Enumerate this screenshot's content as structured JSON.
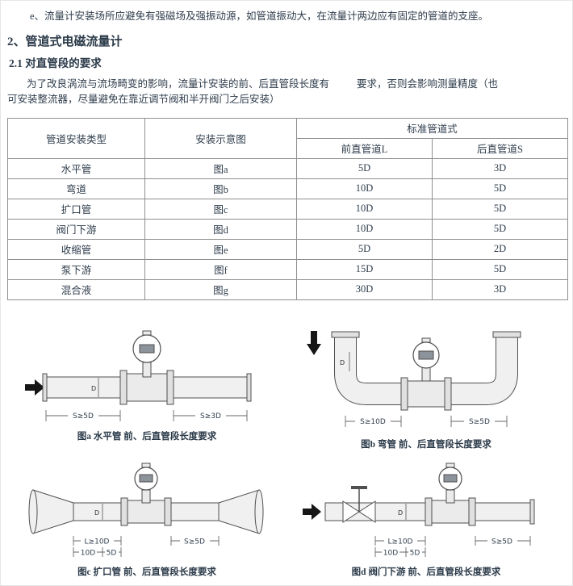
{
  "page": {
    "note_e": "e、流量计安装场所应避免有强磁场及强振动源，如管道振动大，在流量计两边应有固定的管道的支座。",
    "heading": "2、管道式电磁流量计",
    "subheading": "2.1 对直管段的要求",
    "para_line1_left": "为了改良涡流与流场畸变的影响，流量计安装的前、后直管段长度有",
    "para_line1_right": "要求，否则会影响测量精度（也",
    "para_line2": "可安装整流器，尽量避免在靠近调节阀和半开阀门之后安装）"
  },
  "table": {
    "col1": "管道安装类型",
    "col2": "安装示意图",
    "col3_group": "标准管道式",
    "col3a": "前直管道L",
    "col3b": "后直管道S",
    "rows": [
      {
        "type": "水平管",
        "fig": "图a",
        "front": "5D",
        "rear": "3D"
      },
      {
        "type": "弯道",
        "fig": "图b",
        "front": "10D",
        "rear": "5D"
      },
      {
        "type": "扩口管",
        "fig": "图c",
        "front": "10D",
        "rear": "5D"
      },
      {
        "type": "阀门下游",
        "fig": "图d",
        "front": "10D",
        "rear": "5D"
      },
      {
        "type": "收缩管",
        "fig": "图e",
        "front": "5D",
        "rear": "2D"
      },
      {
        "type": "泵下游",
        "fig": "图f",
        "front": "15D",
        "rear": "5D"
      },
      {
        "type": "混合液",
        "fig": "图g",
        "front": "30D",
        "rear": "3D"
      }
    ]
  },
  "figures": {
    "fig_a": {
      "caption": "图a 水平管 前、后直管段长度要求",
      "label_left": "S≥5D",
      "label_right": "S≥3D",
      "label_d": "D"
    },
    "fig_b": {
      "caption": "图b 弯管 前、后直管段长度要求",
      "label_left": "S≥10D",
      "label_right": "S≥5D",
      "label_d": "D"
    },
    "fig_c": {
      "caption": "图c 扩口管 前、后直管段长度要求",
      "label_l": "L≥10D",
      "label_10d": "10D",
      "label_5d": "5D",
      "label_s": "S≥5D",
      "label_d": "D"
    },
    "fig_d": {
      "caption": "图d 阀门下游 前、后直管段长度要求",
      "label_l": "L≥10D",
      "label_10d": "10D",
      "label_5d": "5D",
      "label_s": "S≥5D",
      "label_d": "D"
    }
  }
}
